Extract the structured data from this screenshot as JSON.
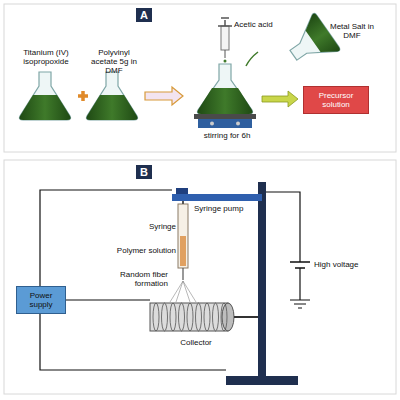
{
  "diagram": {
    "nodes": [
      {
        "text": [
          "A"
        ]
      },
      {
        "text": [
          "Precursor solution"
        ]
      },
      {
        "text": [
          "B"
        ]
      },
      {
        "text": [
          "Power supply"
        ]
      }
    ],
    "labels": [
      "Titanium (IV) isopropoxide",
      "Polyvinyl acetate 5g in DMF",
      "Acetic acid",
      "Metal Salt in DMF",
      "stirring for 6h",
      "Syringe pump",
      "Syringe",
      "Polymer solution",
      "Random fiber formation",
      "High voltage",
      "Collector"
    ]
  }
}
